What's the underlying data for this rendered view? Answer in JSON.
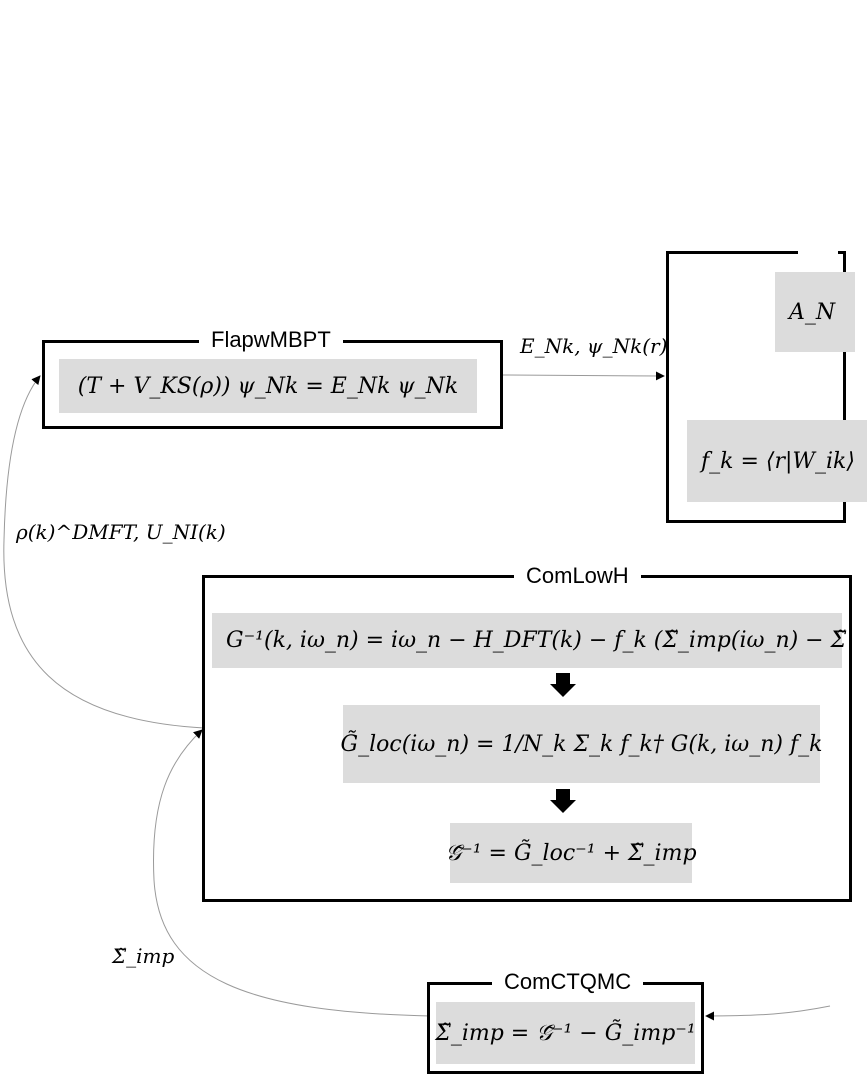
{
  "boxes": {
    "flapw": {
      "title": "FlapwMBPT",
      "equation": "(T + V_KS(ρ)) ψ_Nk = E_Nk ψ_Nk"
    },
    "comwann": {
      "equation_top": "A_N",
      "equation_bottom": "f_k = ⟨r|W_ik⟩"
    },
    "comlowh": {
      "title": "ComLowH",
      "equation_1": "G⁻¹(k, iω_n) = iω_n − H_DFT(k) − f_k (Σ̃_imp(iω_n) − Σ̃",
      "equation_2": "G̃_loc(iω_n) = 1/N_k Σ_k f_k† G(k, iω_n) f_k",
      "equation_3": "𝒢̃⁻¹ = G̃_loc⁻¹ + Σ̃_imp"
    },
    "comctqmc": {
      "title": "ComCTQMC",
      "equation": "Σ̃_imp = 𝒢̃⁻¹ − G̃_imp⁻¹"
    }
  },
  "links": {
    "flapw_to_comwann": "E_Nk, ψ_Nk(r)",
    "comlowh_to_flapw": "ρ(k)^DMFT, U_NI(k)",
    "comctqmc_to_comlowh": "Σ̃_imp"
  },
  "colors": {
    "equation_background": "#dcdcdc",
    "border": "#000000",
    "arrow_line": "#999999"
  }
}
